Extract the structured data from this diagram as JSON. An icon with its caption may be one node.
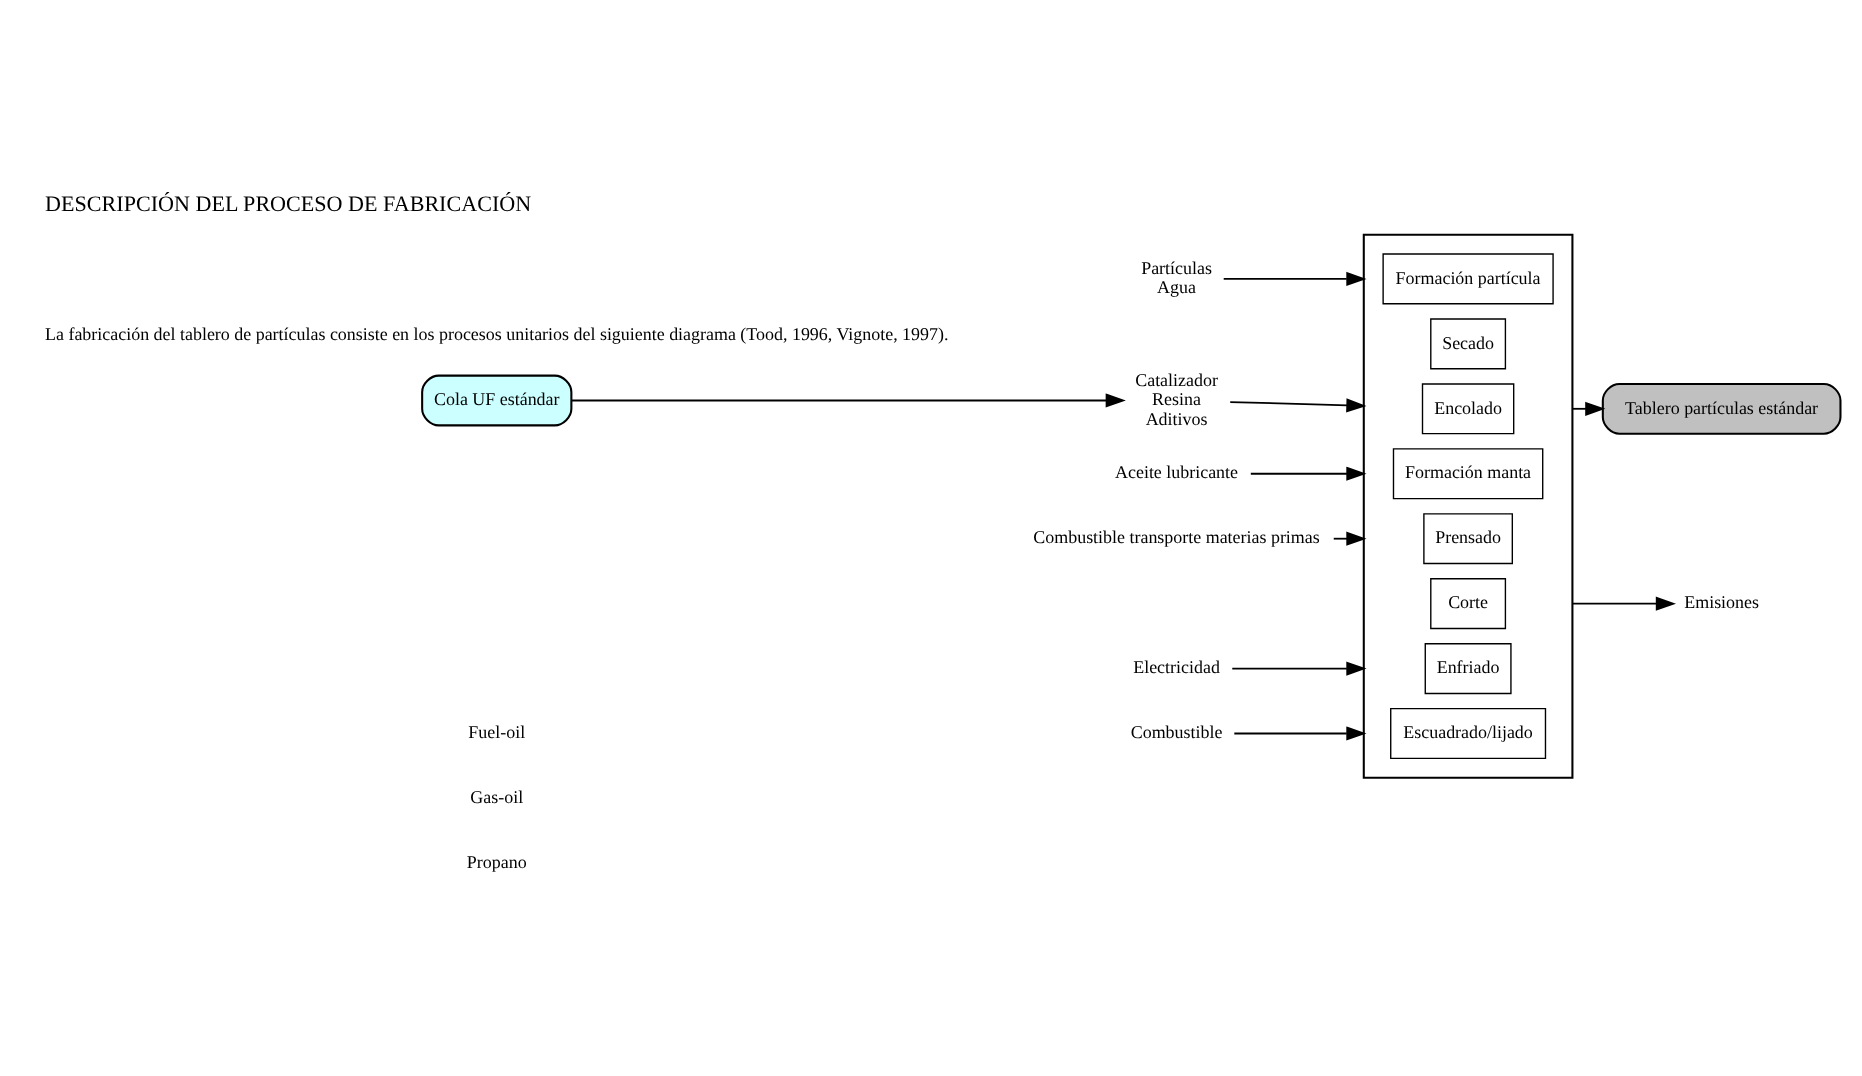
{
  "diagram": {
    "title": "DESCRIPCIÓN DEL PROCESO DE FABRICACIÓN",
    "nodes": [
      {
        "text": [],
        "shape": "box"
      },
      {
        "text": [
          "Formación partícula"
        ],
        "in": 0
      },
      {
        "text": [
          "Secado"
        ],
        "in": 0
      },
      {
        "text": [
          "Encolado"
        ],
        "in": 0
      },
      {
        "text": [
          "Formación manta"
        ],
        "in": 0
      },
      {
        "text": [
          "Prensado"
        ],
        "in": 0
      },
      {
        "text": [
          "Corte"
        ],
        "in": 0
      },
      {
        "text": [
          "Enfriado"
        ],
        "in": 0
      },
      {
        "text": [
          "Escuadrado/lijado"
        ],
        "in": 0
      },
      {
        "text": [
          "Partículas",
          "Agua"
        ]
      },
      {
        "text": [
          "Catalizador",
          "Resina",
          "Aditivos"
        ]
      },
      {
        "text": [
          "Cola UF estándar"
        ]
      },
      {
        "text": [
          "Aceite lubricante"
        ]
      },
      {
        "text": [
          "Combustible transporte materias primas"
        ]
      },
      {
        "text": [
          "Electricidad"
        ]
      },
      {
        "text": [
          "Combustible"
        ]
      },
      {
        "text": [
          "Tablero partículas estándar"
        ]
      },
      {
        "text": [
          "Emisiones"
        ]
      }
    ],
    "edges": [
      {
        "from": 9,
        "to": 0,
        "arrow": "to"
      },
      {
        "from": 11,
        "to": 10,
        "arrow": "to"
      },
      {
        "from": 10,
        "to": 0,
        "arrow": "to"
      },
      {
        "from": 12,
        "to": 0,
        "arrow": "to"
      },
      {
        "from": 13,
        "to": 0,
        "arrow": "to"
      },
      {
        "from": 14,
        "to": 0,
        "arrow": "to"
      },
      {
        "from": 15,
        "to": 0,
        "arrow": "to"
      },
      {
        "from": 0,
        "to": 16,
        "arrow": "to"
      },
      {
        "from": 0,
        "to": 17,
        "arrow": "to"
      }
    ],
    "labels": [
      "La fabricación del tablero de partículas consiste en los procesos unitarios del siguiente diagrama (Tood, 1996, Vignote, 1997).",
      "Fuel-oil",
      "Gas-oil",
      "Propano"
    ]
  }
}
